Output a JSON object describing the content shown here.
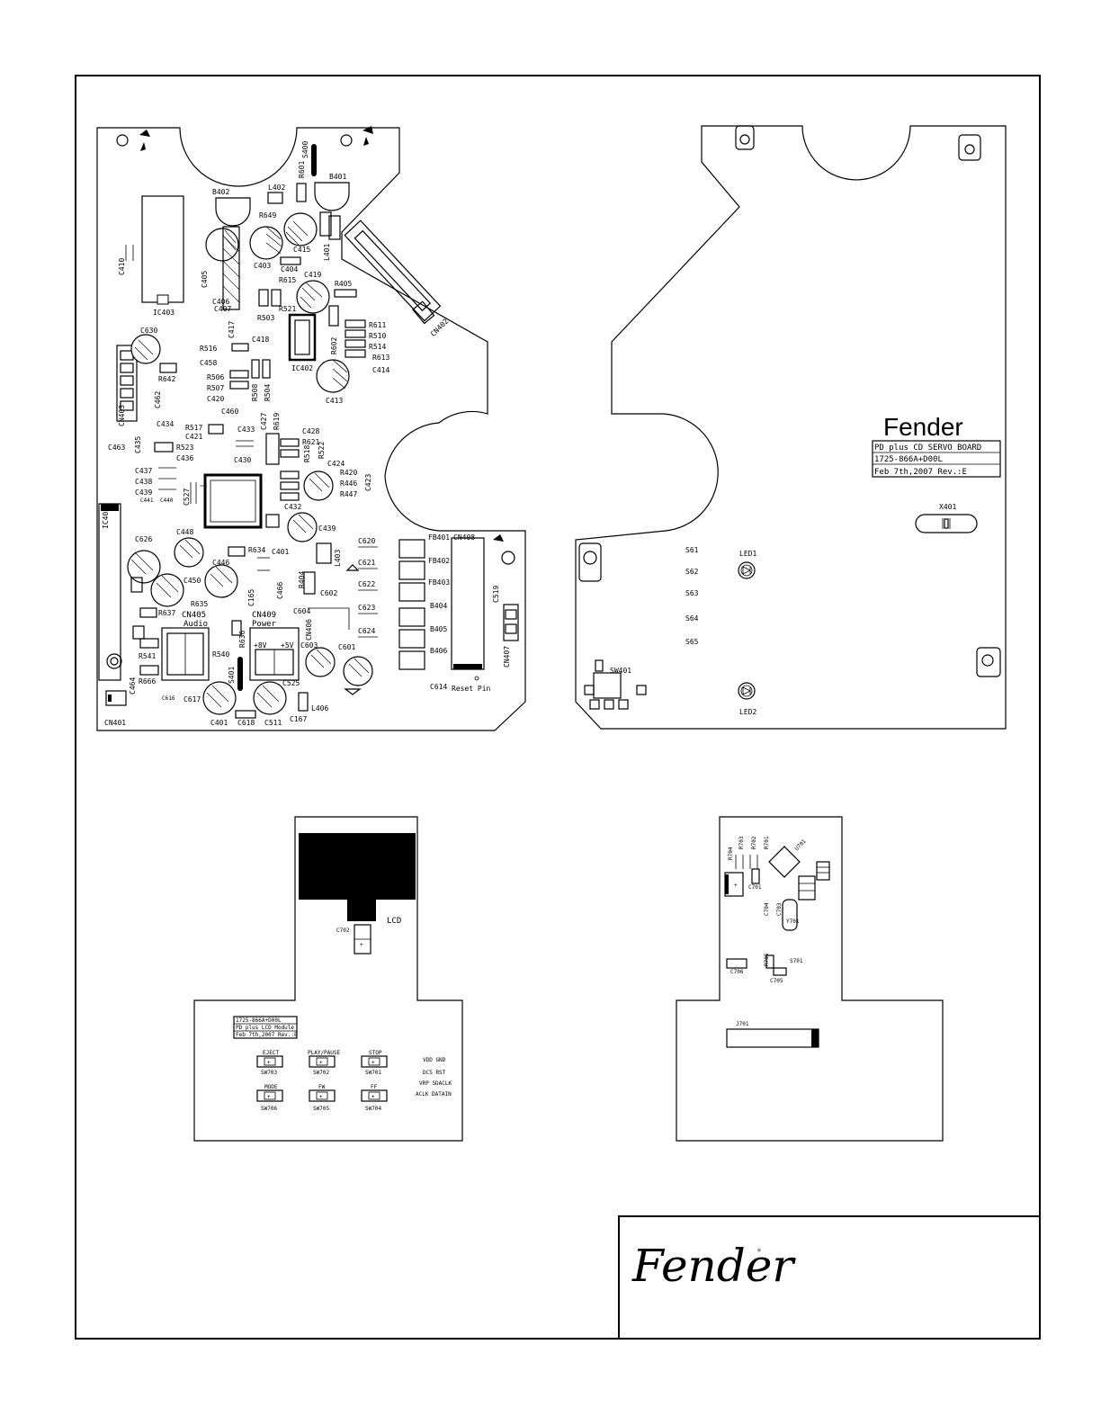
{
  "title_block": {
    "logo_text": "Fender"
  },
  "servo_board": {
    "brand": "Fender",
    "name_plate": [
      "PD plus CD SERVO BOARD",
      "1725-866A+D00L",
      "Feb 7th,2007  Rev.:E"
    ],
    "crystal": "X401",
    "switch_labels": [
      "S61",
      "S62",
      "S63",
      "S64",
      "S65"
    ],
    "leds": [
      "LED1",
      "LED2"
    ],
    "sw_label": "SW401",
    "front_labels": {
      "b402": "B402",
      "b401": "B401",
      "l402": "L402",
      "r601": "R601",
      "s400": "S400",
      "r649": "R649",
      "c415": "C415",
      "c410": "C410",
      "ic403": "IC403",
      "c403": "C403",
      "c404": "C404",
      "c405": "C405",
      "c406": "C406",
      "c407": "C407",
      "r615": "R615",
      "c419": "C419",
      "r405": "R405",
      "r521": "R521",
      "r503": "R503",
      "l401": "L401",
      "cn402": "CN402",
      "c630": "C630",
      "r516": "R516",
      "c418": "C418",
      "c417": "C417",
      "r611": "R611",
      "r510": "R510",
      "r514": "R514",
      "r613": "R613",
      "r602": "R602",
      "ic402": "IC402",
      "c414": "C414",
      "c413": "C413",
      "c458": "C458",
      "r506": "R506",
      "r507": "R507",
      "c420": "C420",
      "r508": "R508",
      "r504": "R504",
      "r642": "R642",
      "c462": "C462",
      "cn403": "CN403",
      "c434": "C434",
      "c460": "C460",
      "c427": "C427",
      "r619": "R619",
      "c428": "C428",
      "r621": "R621",
      "r517": "R517",
      "c421": "C421",
      "c463": "C463",
      "c435": "C435",
      "r523": "R523",
      "c436": "C436",
      "c433": "C433",
      "c430": "C430",
      "r518": "R518",
      "r522": "R522",
      "c424": "C424",
      "r420": "R420",
      "r446": "R446",
      "r447": "R447",
      "c423": "C423",
      "c437": "C437",
      "c438": "C438",
      "c439": "C439",
      "c441": "C441",
      "c440": "C440",
      "c527": "C527",
      "ic405": "IC405",
      "c432": "C432",
      "c439b": "C439",
      "c626": "C626",
      "c448": "C448",
      "r634": "R634",
      "c401": "C401",
      "c466": "C466",
      "c446": "C446",
      "c450": "C450",
      "r635": "R635",
      "r637": "R637",
      "cn405": "CN405",
      "audio": "Audio",
      "cn409": "CN409",
      "power": "Power",
      "r636": "R636",
      "r540": "R540",
      "r541": "R541",
      "r666": "R666",
      "c464": "C464",
      "cn401": "CN401",
      "c616": "C616",
      "c617": "C617",
      "c401b": "C401",
      "c618": "C618",
      "c511": "C511",
      "c525": "C525",
      "l406": "L406",
      "c167": "C167",
      "s401": "S401",
      "plus8v": "+8V",
      "plus5v": "+5V",
      "c603": "C603",
      "c601": "C601",
      "c604": "C604",
      "r404": "R404",
      "c602": "C602",
      "l403": "L403",
      "c165": "C165",
      "cn406": "CN406",
      "c620": "C620",
      "c621": "C621",
      "c622": "C622",
      "c623": "C623",
      "c624": "C624",
      "fb401": "FB401",
      "fb402": "FB402",
      "fb403": "FB403",
      "b404": "B404",
      "b405": "B405",
      "b406": "B406",
      "cn408": "CN408",
      "c519": "C519",
      "cn407": "CN407",
      "c614": "C614",
      "reset": "Reset Pin"
    }
  },
  "lcd_board": {
    "lcd": "LCD",
    "c702": "C702",
    "plate": [
      "1725-866A+D00L",
      "PD plus LCD Module",
      "Feb 7th,2007 Rev.:E"
    ],
    "buttons": [
      {
        "label": "EJECT",
        "ref": "SW703"
      },
      {
        "label": "PLAY/PAUSE",
        "ref": "SW702"
      },
      {
        "label": "STOP",
        "ref": "SW701"
      },
      {
        "label": "MODE",
        "ref": "SW706"
      },
      {
        "label": "FW",
        "ref": "SW705"
      },
      {
        "label": "FF",
        "ref": "SW704"
      }
    ],
    "pins": [
      "VDD GND",
      "DCS RST",
      "VRP SDACLK",
      "ACLK DATAIN"
    ]
  },
  "control_board": {
    "u701": "U701",
    "j701": "J701",
    "labels": [
      "R704",
      "R703",
      "R702",
      "R701",
      "C701",
      "C704",
      "C703",
      "Y701",
      "R705",
      "S701",
      "C705",
      "C706"
    ]
  }
}
